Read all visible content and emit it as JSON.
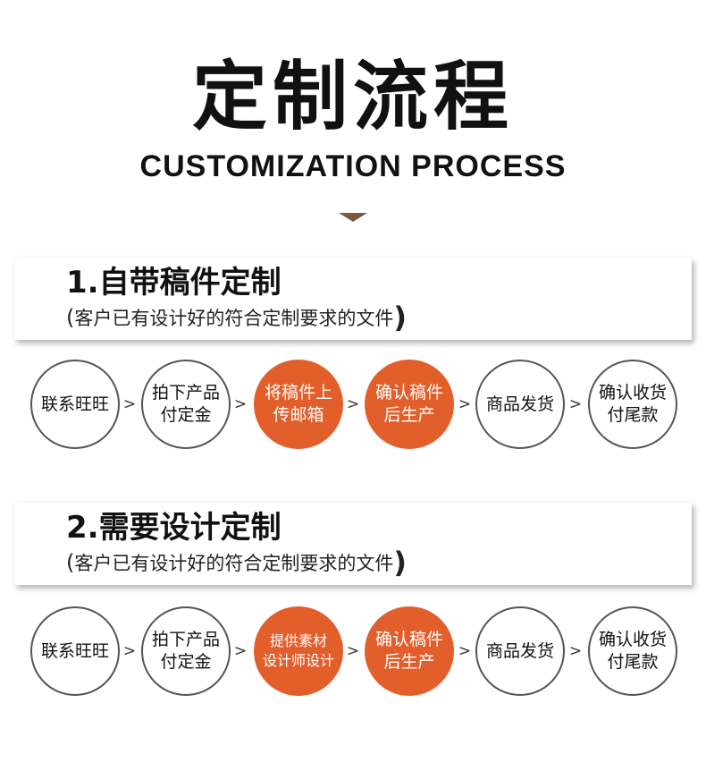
{
  "header": {
    "title": "定制流程",
    "subtitle": "CUSTOMIZATION PROCESS"
  },
  "sections": [
    {
      "title": "1.自带稿件定制",
      "note_open": "(",
      "note": "客户已有设计好的符合定制要求的文件",
      "note_close": ")",
      "steps": [
        {
          "label": "联系旺旺",
          "active": false
        },
        {
          "label": "拍下产品\n付定金",
          "active": false
        },
        {
          "label": "将稿件上\n传邮箱",
          "active": true
        },
        {
          "label": "确认稿件\n后生产",
          "active": true
        },
        {
          "label": "商品发货",
          "active": false
        },
        {
          "label": "确认收货\n付尾款",
          "active": false
        }
      ]
    },
    {
      "title": "2.需要设计定制",
      "note_open": "(",
      "note": "客户已有设计好的符合定制要求的文件",
      "note_close": ")",
      "steps": [
        {
          "label": "联系旺旺",
          "active": false
        },
        {
          "label": "拍下产品\n付定金",
          "active": false
        },
        {
          "label": "提供素材\n设计师设计",
          "active": true
        },
        {
          "label": "确认稿件\n后生产",
          "active": true
        },
        {
          "label": "商品发货",
          "active": false
        },
        {
          "label": "确认收货\n付尾款",
          "active": false
        }
      ]
    }
  ],
  "arrow_symbol": ">",
  "colors": {
    "accent": "#e25f2c",
    "chevron": "#7a5a3e",
    "circle_border": "#555555",
    "text": "#111111"
  },
  "icons": {
    "divider": "chevron-down-icon",
    "step_separator": "arrow-right-icon"
  }
}
